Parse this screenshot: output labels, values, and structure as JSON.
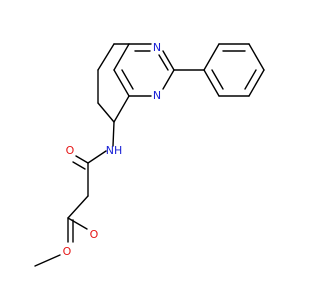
{
  "structure": {
    "colors": {
      "background": "#ffffff",
      "bond": "#000000",
      "nitrogen": "#1a22d6",
      "oxygen": "#e51717"
    },
    "atom_labels": {
      "quinazoline_n1": "N",
      "quinazoline_n3": "N",
      "amide_nh": "NH",
      "amide_o": "O",
      "ester_o_carbonyl": "O",
      "ester_o_methoxy": "O"
    }
  }
}
